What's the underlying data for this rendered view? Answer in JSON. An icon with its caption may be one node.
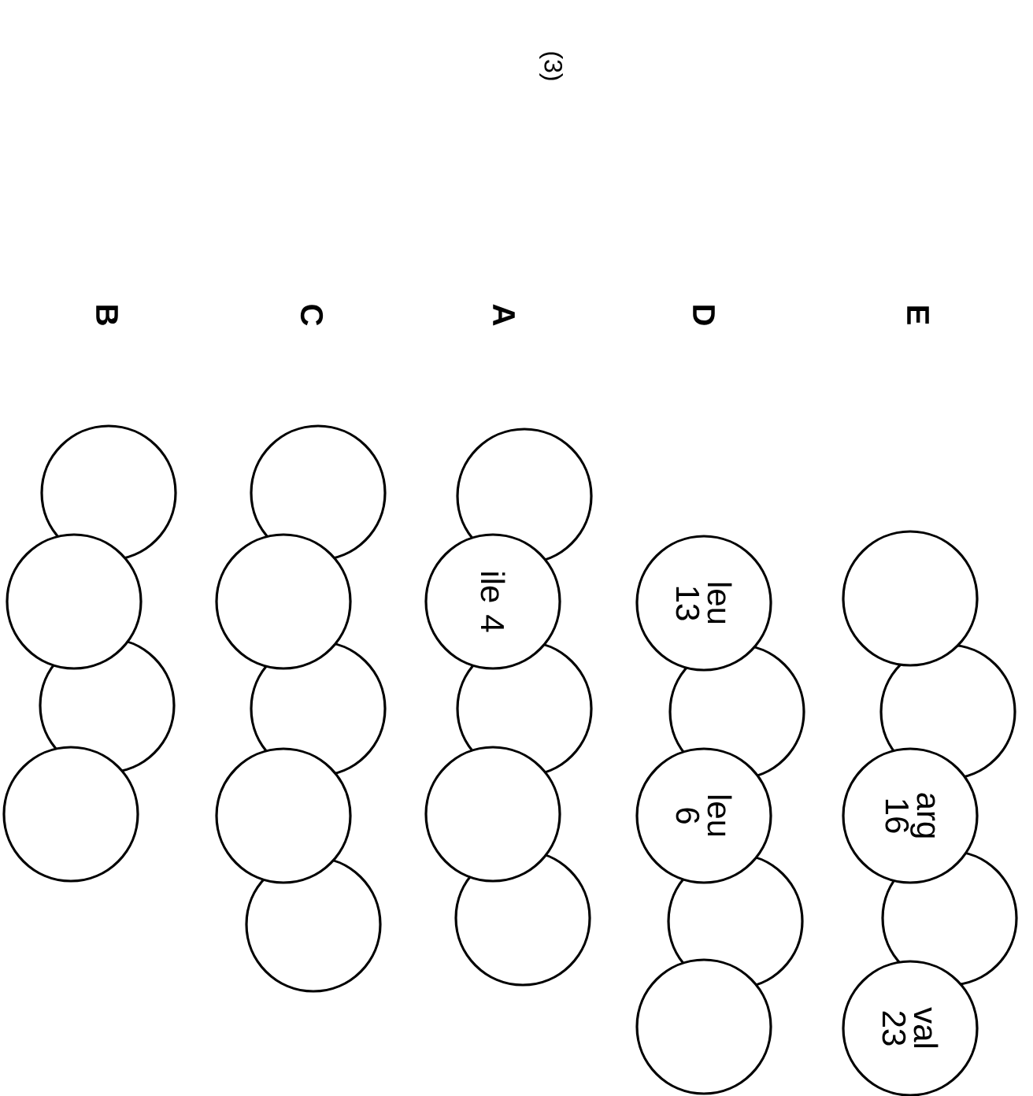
{
  "diagram": {
    "nodes": [
      {
        "text": [],
        "shape": "circle"
      },
      {
        "text": [],
        "shape": "circle"
      },
      {
        "text": [
          "arg 16"
        ]
      },
      {
        "text": [],
        "shape": "circle"
      },
      {
        "text": [
          "val 23"
        ]
      },
      {
        "text": [
          "leu 13"
        ]
      },
      {
        "text": [],
        "shape": "circle"
      },
      {
        "text": [
          "leu 6"
        ]
      },
      {
        "text": [],
        "shape": "circle"
      },
      {
        "text": [],
        "shape": "circle"
      },
      {
        "text": [],
        "shape": "circle"
      },
      {
        "text": [
          "ile 4"
        ]
      },
      {
        "text": [],
        "shape": "circle"
      },
      {
        "text": [],
        "shape": "circle"
      },
      {
        "text": [],
        "shape": "circle"
      },
      {
        "text": [],
        "shape": "circle"
      },
      {
        "text": [],
        "shape": "circle"
      },
      {
        "text": [],
        "shape": "circle"
      },
      {
        "text": [],
        "shape": "circle"
      },
      {
        "text": [],
        "shape": "circle"
      },
      {
        "text": [],
        "shape": "circle"
      },
      {
        "text": [],
        "shape": "circle"
      },
      {
        "text": [],
        "shape": "circle"
      },
      {
        "text": [],
        "shape": "circle"
      }
    ],
    "labels": [
      "(3)",
      "E",
      "D",
      "A",
      "C",
      "B"
    ]
  }
}
